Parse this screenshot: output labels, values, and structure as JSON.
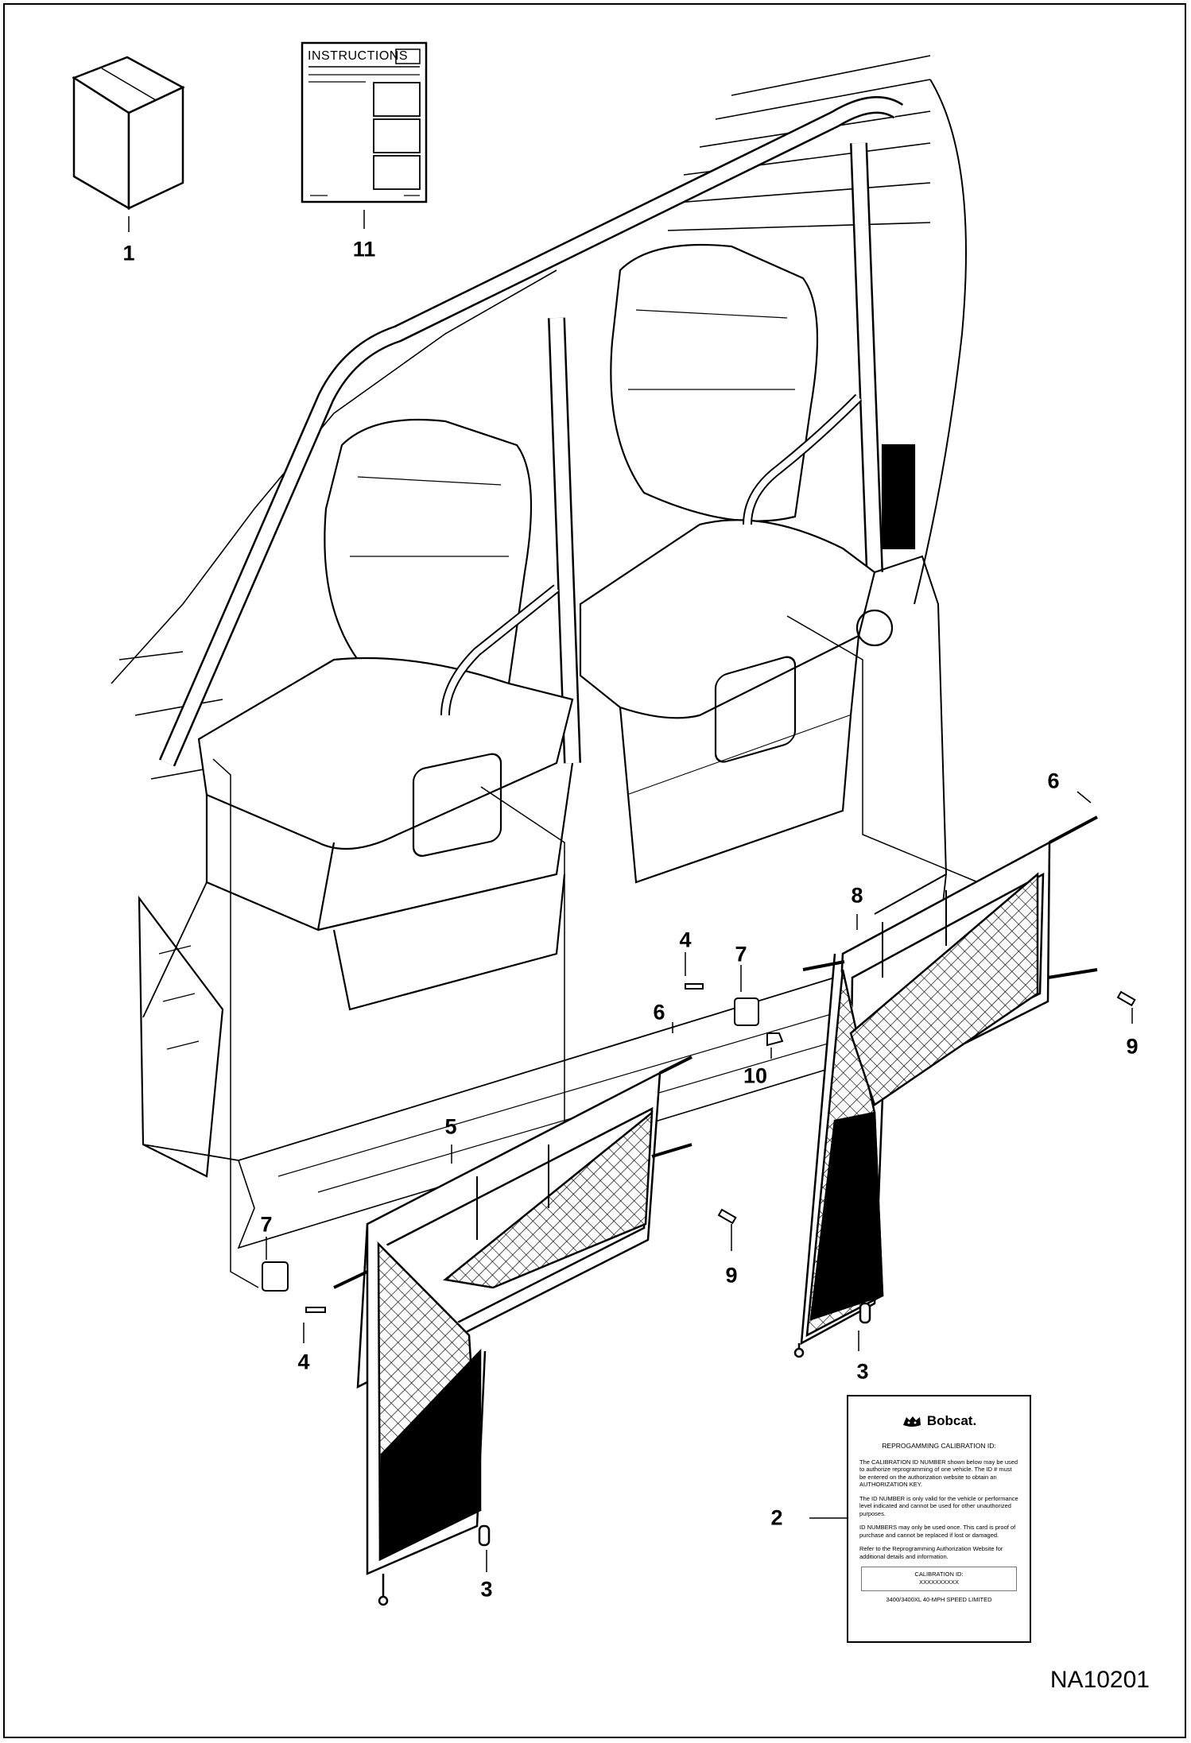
{
  "diagram": {
    "drawing_id": "NA10201",
    "instructions_label": "INSTRUCTIONS",
    "callouts": [
      {
        "id": "c1",
        "text": "1"
      },
      {
        "id": "c11",
        "text": "11"
      },
      {
        "id": "c6a",
        "text": "6"
      },
      {
        "id": "c8",
        "text": "8"
      },
      {
        "id": "c4a",
        "text": "4"
      },
      {
        "id": "c7a",
        "text": "7"
      },
      {
        "id": "c9a",
        "text": "9"
      },
      {
        "id": "c6b",
        "text": "6"
      },
      {
        "id": "c10",
        "text": "10"
      },
      {
        "id": "c5",
        "text": "5"
      },
      {
        "id": "c7b",
        "text": "7"
      },
      {
        "id": "c9b",
        "text": "9"
      },
      {
        "id": "c4b",
        "text": "4"
      },
      {
        "id": "c3a",
        "text": "3"
      },
      {
        "id": "c2",
        "text": "2"
      },
      {
        "id": "c3b",
        "text": "3"
      }
    ]
  },
  "card": {
    "brand": "Bobcat.",
    "heading": "REPROGAMMING CALIBRATION ID:",
    "paragraphs": [
      "The CALIBRATION ID NUMBER shown below may be used to authorize reprogramming of one vehicle. The ID # must be entered on the authorization website to obtain an AUTHORIZATION KEY.",
      "The ID NUMBER is only valid for the vehicle or performance level indicated and cannot be used for other unauthorized purposes.",
      "ID NUMBERS may only be used once. This card is proof of purchase and cannot be replaced if lost or damaged.",
      "Refer to the Reprogramming Authorization Website for additional details and information."
    ],
    "cal_label": "CALIBRATION ID:",
    "cal_value": "XXXXXXXXXX",
    "footer": "3400/3400XL 40-MPH SPEED LIMITED"
  }
}
